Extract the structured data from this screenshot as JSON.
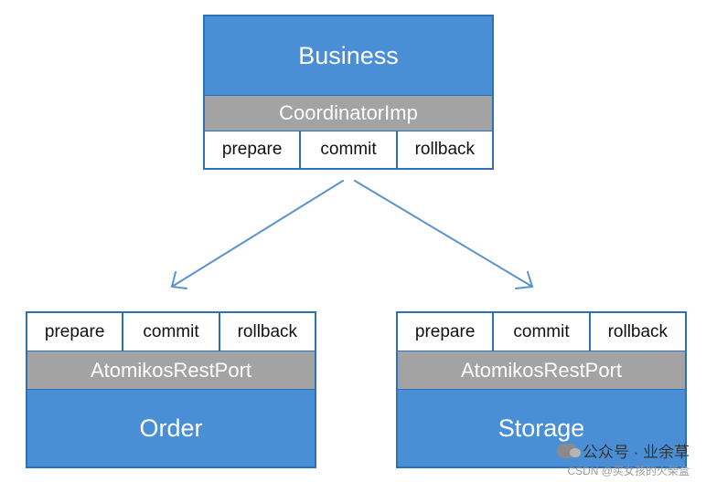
{
  "business": {
    "title": "Business",
    "port": "CoordinatorImp",
    "ops": [
      "prepare",
      "commit",
      "rollback"
    ]
  },
  "order": {
    "title": "Order",
    "port": "AtomikosRestPort",
    "ops": [
      "prepare",
      "commit",
      "rollback"
    ]
  },
  "storage": {
    "title": "Storage",
    "port": "AtomikosRestPort",
    "ops": [
      "prepare",
      "commit",
      "rollback"
    ]
  },
  "colors": {
    "title_fill": "#4a8fd6",
    "port_fill": "#a3a3a3",
    "border": "#2f6fb5",
    "arrow": "#5b93cc"
  },
  "watermark": {
    "account": "公众号 · 业余草",
    "csdn": "CSDN @买女孩的火柴盒"
  }
}
